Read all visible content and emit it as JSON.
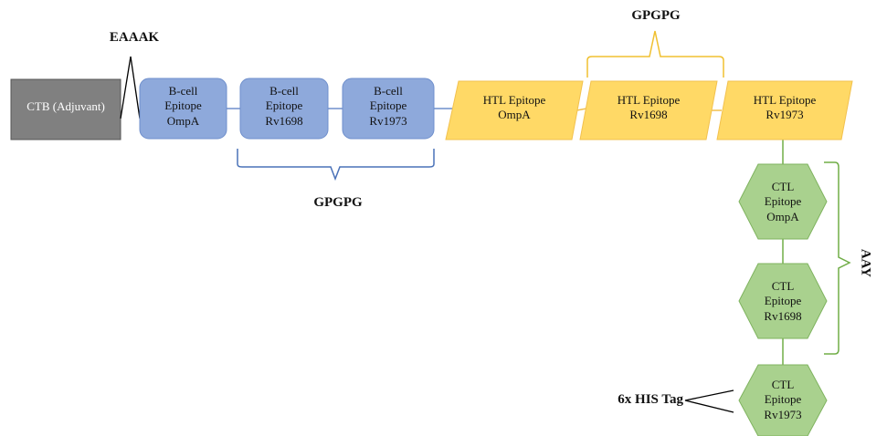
{
  "diagram": {
    "adjuvant": {
      "label": "CTB  (Adjuvant)",
      "color": "#808080"
    },
    "bcell": [
      {
        "lines": [
          "B-cell",
          "Epitope",
          "OmpA"
        ]
      },
      {
        "lines": [
          "B-cell",
          "Epitope",
          "Rv1698"
        ]
      },
      {
        "lines": [
          "B-cell",
          "Epitope",
          "Rv1973"
        ]
      }
    ],
    "htl": [
      {
        "lines": [
          "HTL Epitope",
          "OmpA"
        ]
      },
      {
        "lines": [
          "HTL Epitope",
          "Rv1698"
        ]
      },
      {
        "lines": [
          "HTL Epitope",
          "Rv1973"
        ]
      }
    ],
    "ctl": [
      {
        "lines": [
          "CTL",
          "Epitope",
          "OmpA"
        ]
      },
      {
        "lines": [
          "CTL",
          "Epitope",
          "Rv1698"
        ]
      },
      {
        "lines": [
          "CTL",
          "Epitope",
          "Rv1973"
        ]
      }
    ],
    "linkers": {
      "eaaak": "EAAAK",
      "bcell_gpgpg": "GPGPG",
      "htl_gpgpg": "GPGPG",
      "ctl_aay": "AAY",
      "his_tag": "6x HIS Tag"
    },
    "colors": {
      "bcell_fill": "#8ea9db",
      "bcell_stroke": "#6f8fcc",
      "htl_fill": "#ffd966",
      "htl_stroke": "#f2c14e",
      "ctl_fill": "#a9d18e",
      "ctl_stroke": "#7fb35f",
      "bcell_bracket": "#4a72b8",
      "htl_bracket": "#f0c030",
      "ctl_bracket": "#70ad47"
    }
  }
}
